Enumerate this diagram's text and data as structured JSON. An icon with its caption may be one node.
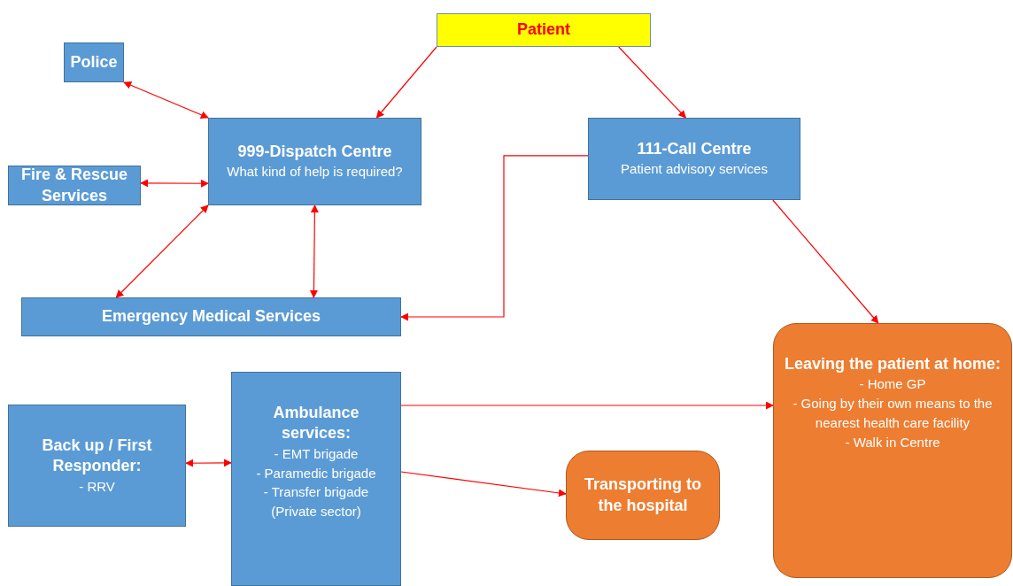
{
  "diagram": {
    "nodes": [
      {
        "text": [
          "Patient"
        ]
      },
      {
        "text": [
          "Police"
        ]
      },
      {
        "text": [
          "999-Dispatch Centre",
          "What kind of help is required?"
        ]
      },
      {
        "text": [
          "111-Call Centre",
          "Patient advisory services"
        ]
      },
      {
        "text": [
          "Fire & Rescue Services"
        ]
      },
      {
        "text": [
          "Emergency Medical Services"
        ]
      },
      {
        "text": [
          "Back up / First Responder:",
          "- RRV"
        ]
      },
      {
        "text": [
          "Ambulance services:",
          "- EMT brigade",
          "- Paramedic brigade",
          "- Transfer brigade (Private sector)"
        ]
      },
      {
        "text": [
          "Transporting to the hospital"
        ]
      },
      {
        "text": [
          "Leaving the patient at home:",
          "- Home GP",
          "- Going by their own means to the nearest health care facility",
          "- Walk in Centre"
        ]
      }
    ],
    "edges": [
      {
        "from": 0,
        "to": 2,
        "arrow": "to"
      },
      {
        "from": 0,
        "to": 3,
        "arrow": "to"
      },
      {
        "from": 1,
        "to": 2,
        "arrow": "both"
      },
      {
        "from": 4,
        "to": 2,
        "arrow": "both"
      },
      {
        "from": 2,
        "to": 5,
        "arrow": "both"
      },
      {
        "from": 2,
        "to": 5,
        "arrow": "both"
      },
      {
        "from": 3,
        "to": 5,
        "arrow": "to"
      },
      {
        "from": 3,
        "to": 9,
        "arrow": "to"
      },
      {
        "from": 6,
        "to": 7,
        "arrow": "both"
      },
      {
        "from": 7,
        "to": 9,
        "arrow": "to"
      },
      {
        "from": 7,
        "to": 8,
        "arrow": "to"
      }
    ]
  }
}
